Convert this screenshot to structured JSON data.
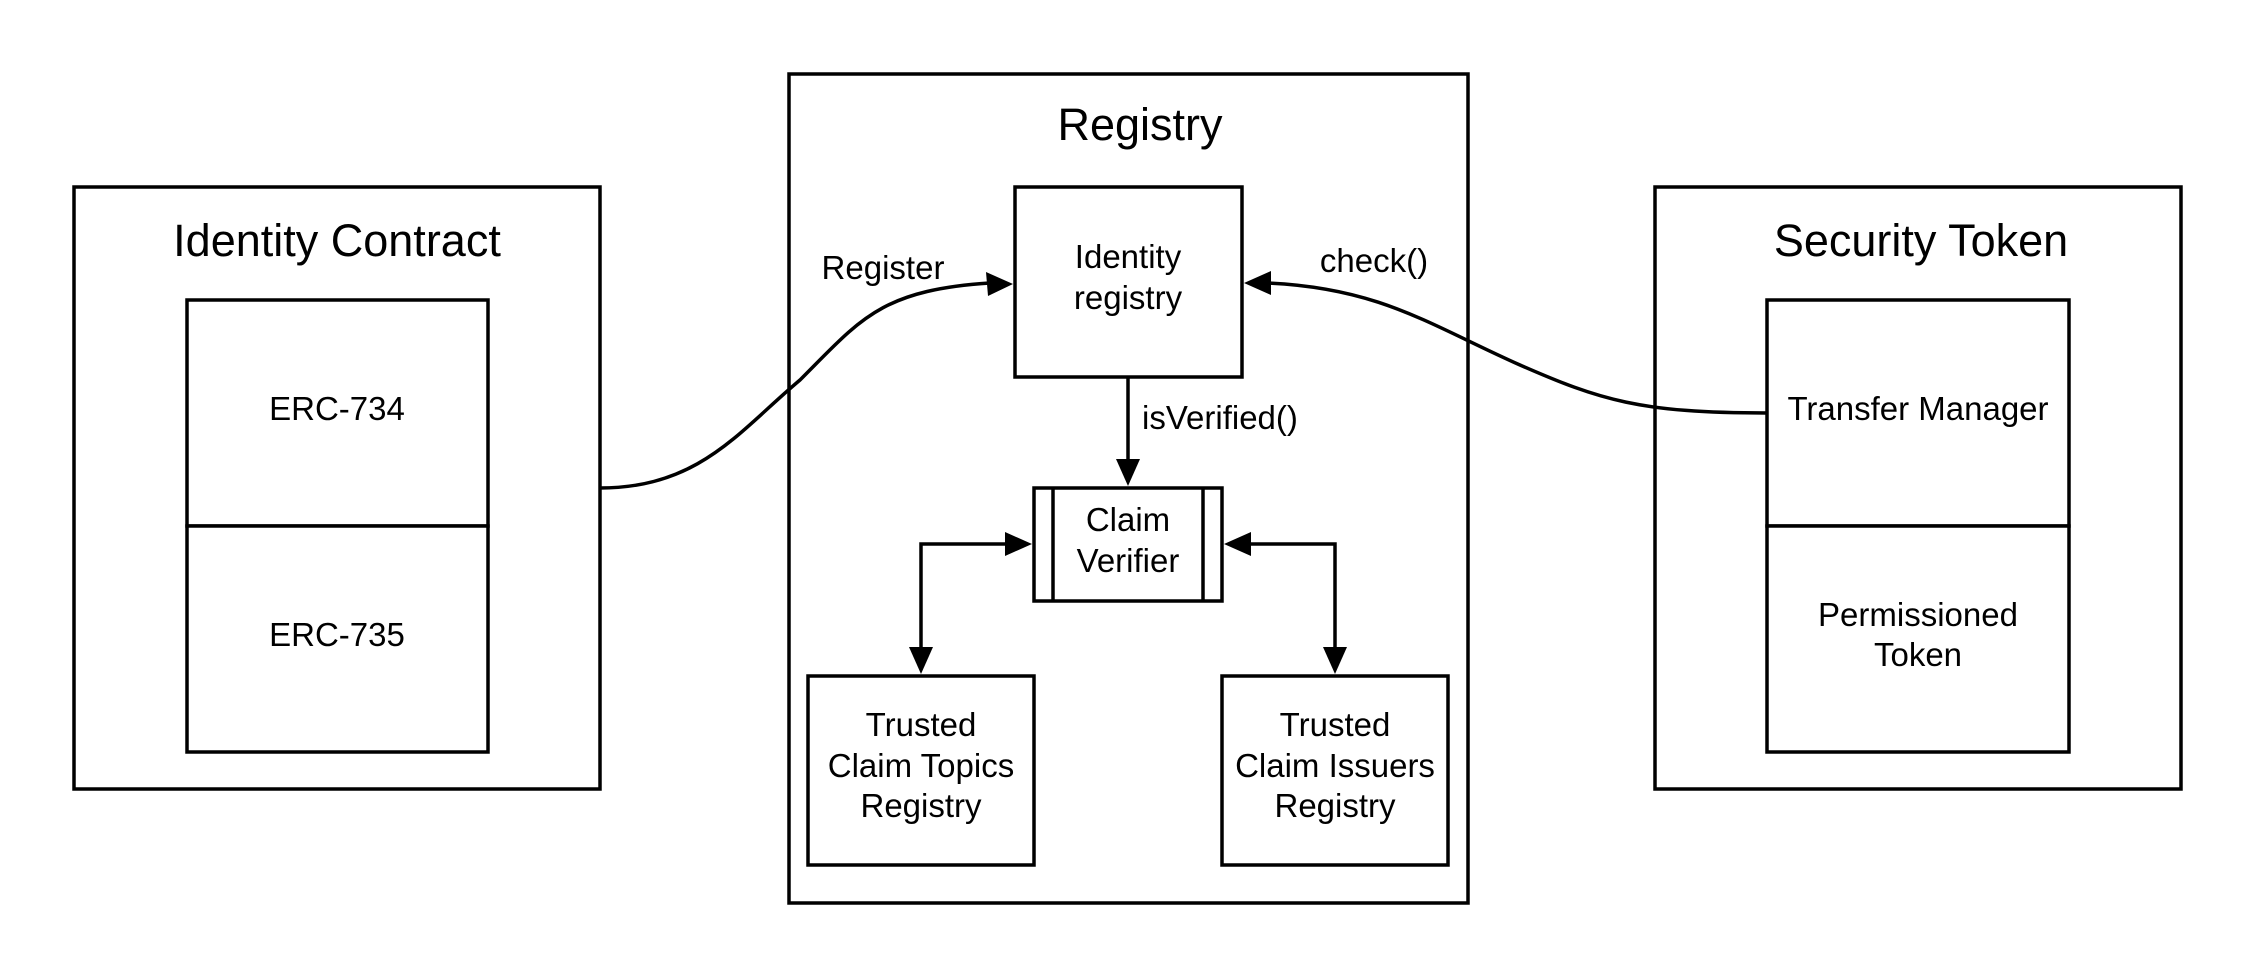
{
  "containers": {
    "identity_contract": {
      "title": "Identity Contract"
    },
    "registry": {
      "title": "Registry"
    },
    "security_token": {
      "title": "Security Token"
    }
  },
  "nodes": {
    "erc734": {
      "line1": "ERC-734"
    },
    "erc735": {
      "line1": "ERC-735"
    },
    "identity_registry": {
      "line1": "Identity",
      "line2": "registry"
    },
    "claim_verifier": {
      "line1": "Claim",
      "line2": "Verifier"
    },
    "trusted_topics": {
      "line1": "Trusted",
      "line2": "Claim Topics",
      "line3": "Registry"
    },
    "trusted_issuers": {
      "line1": "Trusted",
      "line2": "Claim Issuers",
      "line3": "Registry"
    },
    "transfer_manager": {
      "line1": "Transfer Manager"
    },
    "permissioned_token": {
      "line1": "Permissioned",
      "line2": "Token"
    }
  },
  "edges": {
    "register": {
      "label": "Register"
    },
    "check": {
      "label": "check()"
    },
    "is_verified": {
      "label": "isVerified()"
    }
  }
}
